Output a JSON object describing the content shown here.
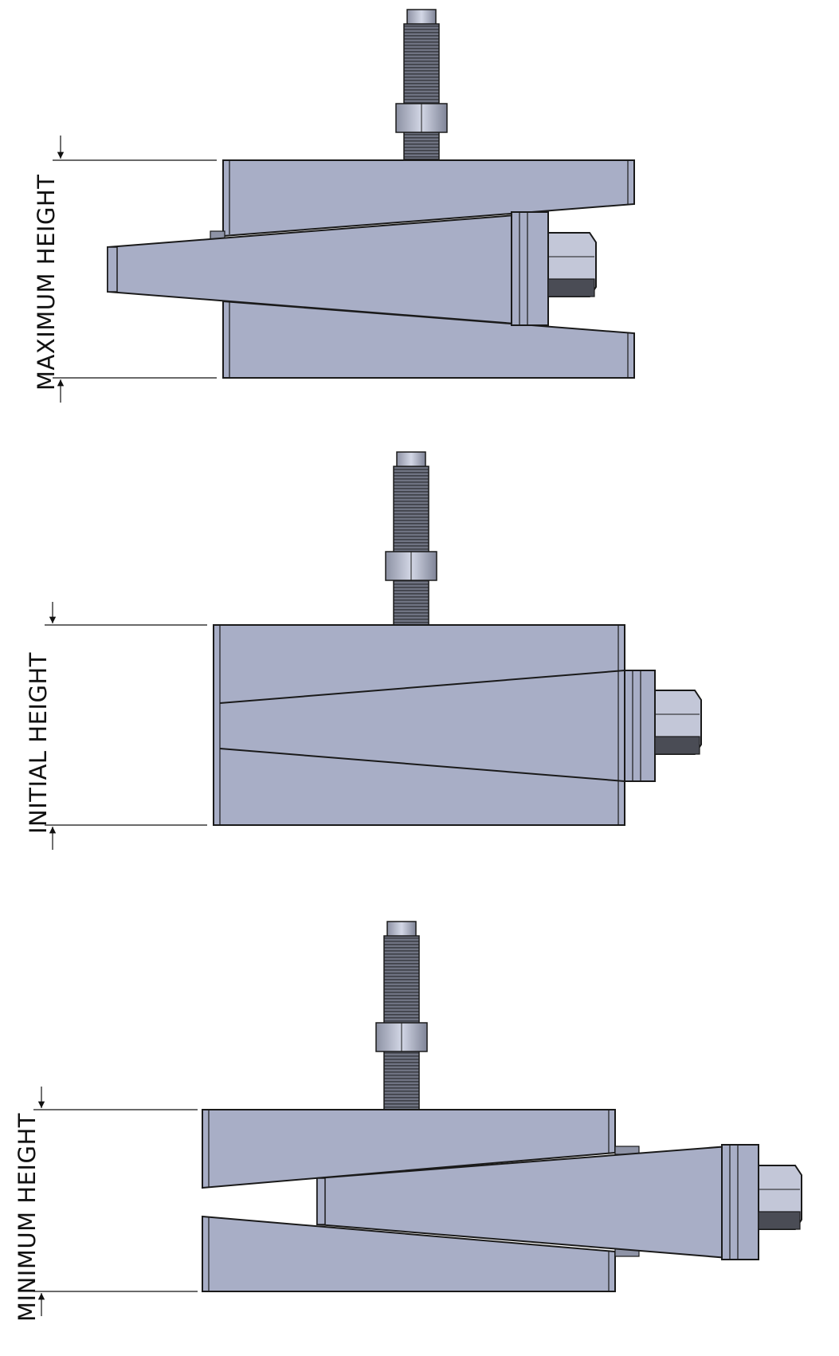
{
  "diagram": {
    "views": [
      {
        "id": "maximum",
        "label": "MAXIMUM HEIGHT"
      },
      {
        "id": "initial",
        "label": "INITIAL HEIGHT"
      },
      {
        "id": "minimum",
        "label": "MINIMUM HEIGHT"
      }
    ],
    "colors": {
      "body": "#A8AEC6",
      "edge": "#1a1a1a",
      "bolt_dark": "#4a4c55",
      "bolt_mid": "#7e8292",
      "nut_light": "#c9cde0"
    }
  }
}
